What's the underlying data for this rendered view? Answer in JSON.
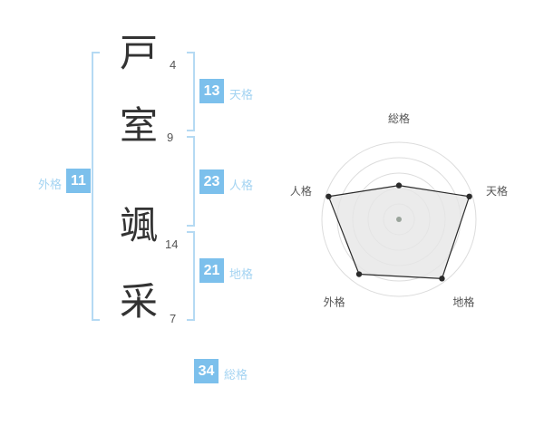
{
  "name_panel": {
    "characters": [
      {
        "char": "戸",
        "strokes": "4"
      },
      {
        "char": "室",
        "strokes": "9"
      },
      {
        "char": "颯",
        "strokes": "14"
      },
      {
        "char": "采",
        "strokes": "7"
      }
    ],
    "tenkaku": {
      "value": "13",
      "label": "天格"
    },
    "jinkaku": {
      "value": "23",
      "label": "人格"
    },
    "chikaku": {
      "value": "21",
      "label": "地格"
    },
    "gaikaku": {
      "value": "11",
      "label": "外格"
    },
    "soukaku": {
      "value": "34",
      "label": "総格"
    }
  },
  "chart_data": {
    "type": "radar",
    "axes": [
      "総格",
      "天格",
      "地格",
      "外格",
      "人格"
    ],
    "values": [
      44,
      96,
      95,
      88,
      96
    ],
    "max": 100,
    "rings": 5,
    "legend": "none",
    "grid": "concentric-circles"
  },
  "colors": {
    "badge_blue": "#7cc0ec",
    "label_blue": "#a5d4f2",
    "bracket_blue": "#b5daf3",
    "name_text": "#333333",
    "ring": "#dcdcdc",
    "polygon_fill": "#e6e6e6",
    "polygon_stroke": "#2b2b2b",
    "vertex_dot": "#2b2b2b",
    "center_dot": "#9aa49b",
    "axis_label": "#555555"
  }
}
